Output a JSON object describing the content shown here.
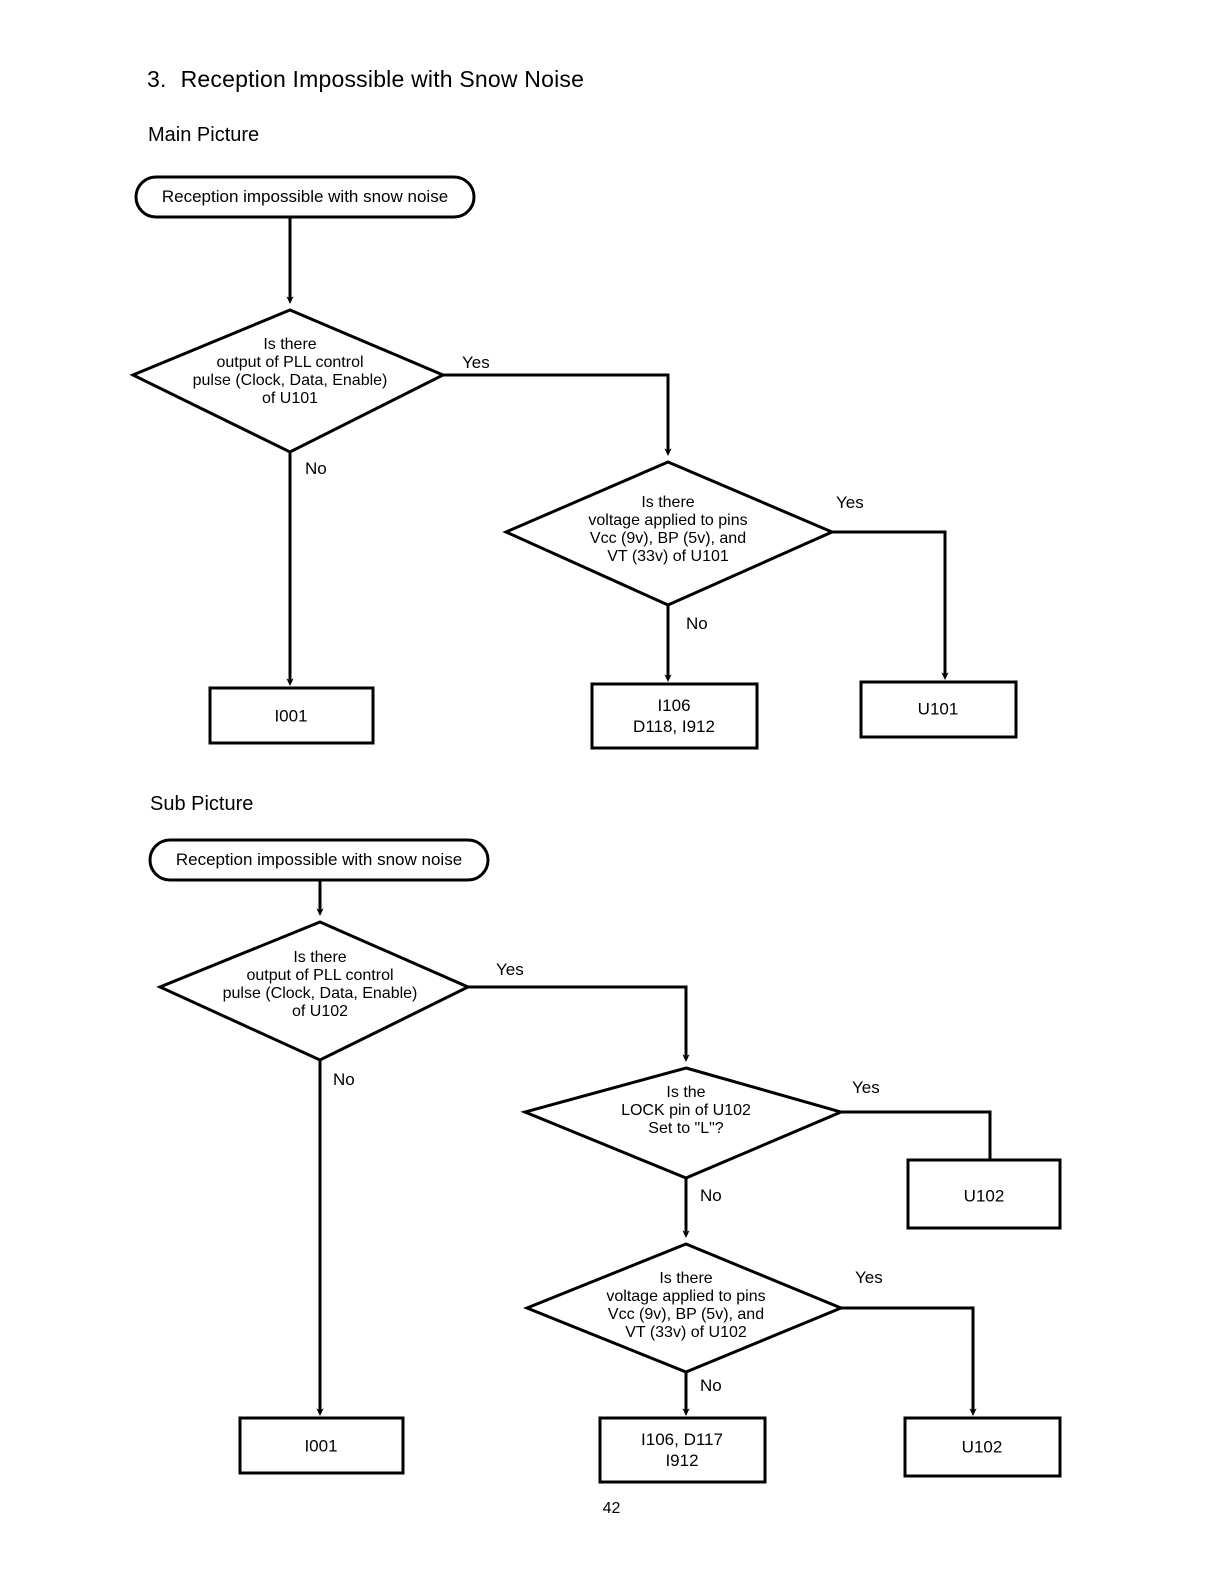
{
  "page": {
    "section_number": "3.",
    "section_title": "Reception Impossible with Snow Noise",
    "page_number": "42"
  },
  "labels": {
    "main_picture": "Main Picture",
    "sub_picture": "Sub Picture",
    "yes": "Yes",
    "no": "No"
  },
  "main_flow": {
    "start": "Reception impossible with snow noise",
    "decision_1": {
      "line1": "Is there",
      "line2": "output of PLL control",
      "line3": "pulse (Clock, Data, Enable)",
      "line4": "of U101",
      "yes_label": "Yes",
      "no_label": "No"
    },
    "decision_2": {
      "line1": "Is there",
      "line2": "voltage applied to pins",
      "line3": "Vcc (9v), BP (5v), and",
      "line4": "VT (33v) of U101",
      "yes_label": "Yes",
      "no_label": "No"
    },
    "result_1": {
      "line1": "I001"
    },
    "result_2": {
      "line1": "I106",
      "line2": "D118, I912"
    },
    "result_3": {
      "line1": "U101"
    }
  },
  "sub_flow": {
    "start": "Reception impossible with snow noise",
    "decision_1": {
      "line1": "Is there",
      "line2": "output of PLL control",
      "line3": "pulse (Clock, Data, Enable)",
      "line4": "of U102",
      "yes_label": "Yes",
      "no_label": "No"
    },
    "decision_2": {
      "line1": "Is the",
      "line2": "LOCK pin of U102",
      "line3": "Set to \"L\"?",
      "yes_label": "Yes",
      "no_label": "No"
    },
    "decision_3": {
      "line1": "Is there",
      "line2": "voltage applied to pins",
      "line3": "Vcc (9v), BP (5v), and",
      "line4": "VT (33v) of U102",
      "yes_label": "Yes",
      "no_label": "No"
    },
    "result_1": {
      "line1": "I001"
    },
    "result_2": {
      "line1": "I106, D117",
      "line2": "I912"
    },
    "result_3": {
      "line1": "U102"
    },
    "result_4": {
      "line1": "U102"
    }
  },
  "style": {
    "ink": "#000000",
    "paper": "#ffffff"
  }
}
